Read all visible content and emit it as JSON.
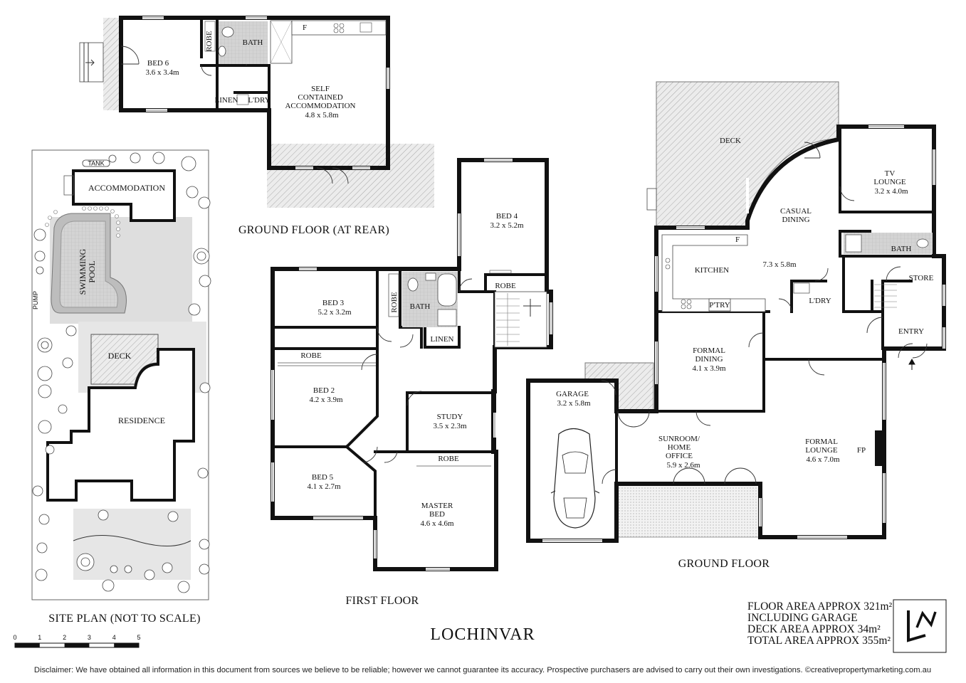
{
  "title": "LOCHINVAR",
  "sections": {
    "site_plan": "SITE PLAN (NOT TO SCALE)",
    "ground_rear": "GROUND FLOOR (AT REAR)",
    "first_floor": "FIRST FLOOR",
    "ground_floor": "GROUND FLOOR"
  },
  "site": {
    "accommodation": "ACCOMMODATION",
    "pool_line1": "SWIMMING",
    "pool_line2": "POOL",
    "deck": "DECK",
    "residence": "RESIDENCE",
    "tank": "TANK",
    "pump": "PUMP"
  },
  "rear": {
    "bed6": "BED 6",
    "bed6_dim": "3.6 x 3.4m",
    "robe": "ROBE",
    "bath": "BATH",
    "f": "F",
    "linen": "LINEN",
    "ldry": "L'DRY",
    "sc1": "SELF",
    "sc2": "CONTAINED",
    "sc3": "ACCOMMODATION",
    "sc_dim": "4.8 x 5.8m"
  },
  "first": {
    "bed4": "BED 4",
    "bed4_dim": "3.2 x 5.2m",
    "robe4": "ROBE",
    "bed3": "BED 3",
    "bed3_dim": "5.2 x 3.2m",
    "robe3": "ROBE",
    "bath": "BATH",
    "linen": "LINEN",
    "robe2": "ROBE",
    "bed2": "BED 2",
    "bed2_dim": "4.2 x 3.9m",
    "study": "STUDY",
    "study_dim": "3.5 x 2.3m",
    "bed5": "BED 5",
    "bed5_dim": "4.1 x 2.7m",
    "robe_m": "ROBE",
    "master1": "MASTER",
    "master2": "BED",
    "master_dim": "4.6 x 4.6m"
  },
  "ground": {
    "deck": "DECK",
    "tv1": "TV",
    "tv2": "LOUNGE",
    "tv_dim": "3.2 x 4.0m",
    "casual1": "CASUAL",
    "casual2": "DINING",
    "casual_dim": "7.3 x 5.8m",
    "f": "F",
    "kitchen": "KITCHEN",
    "bath": "BATH",
    "store": "STORE",
    "ptry": "P'TRY",
    "ldry": "L'DRY",
    "entry": "ENTRY",
    "fd1": "FORMAL",
    "fd2": "DINING",
    "fd_dim": "4.1 x 3.9m",
    "garage": "GARAGE",
    "garage_dim": "3.2 x 5.8m",
    "sun1": "SUNROOM/",
    "sun2": "HOME",
    "sun3": "OFFICE",
    "sun_dim": "5.9 x 2.6m",
    "fl1": "FORMAL",
    "fl2": "LOUNGE",
    "fl_dim": "4.6 x 7.0m",
    "fp": "FP"
  },
  "areas": {
    "line1": "FLOOR AREA APPROX 321m²",
    "line2": "INCLUDING GARAGE",
    "line3": "DECK AREA APPROX 34m²",
    "line4": "TOTAL AREA APPROX 355m²"
  },
  "scale": [
    "0",
    "1",
    "2",
    "3",
    "4",
    "5"
  ],
  "disclaimer": "Disclaimer: We have obtained all information in this document from sources we believe to be reliable; however we cannot guarantee its accuracy. Prospective purchasers are advised to carry out their own investigations. ©creativepropertymarketing.com.au"
}
